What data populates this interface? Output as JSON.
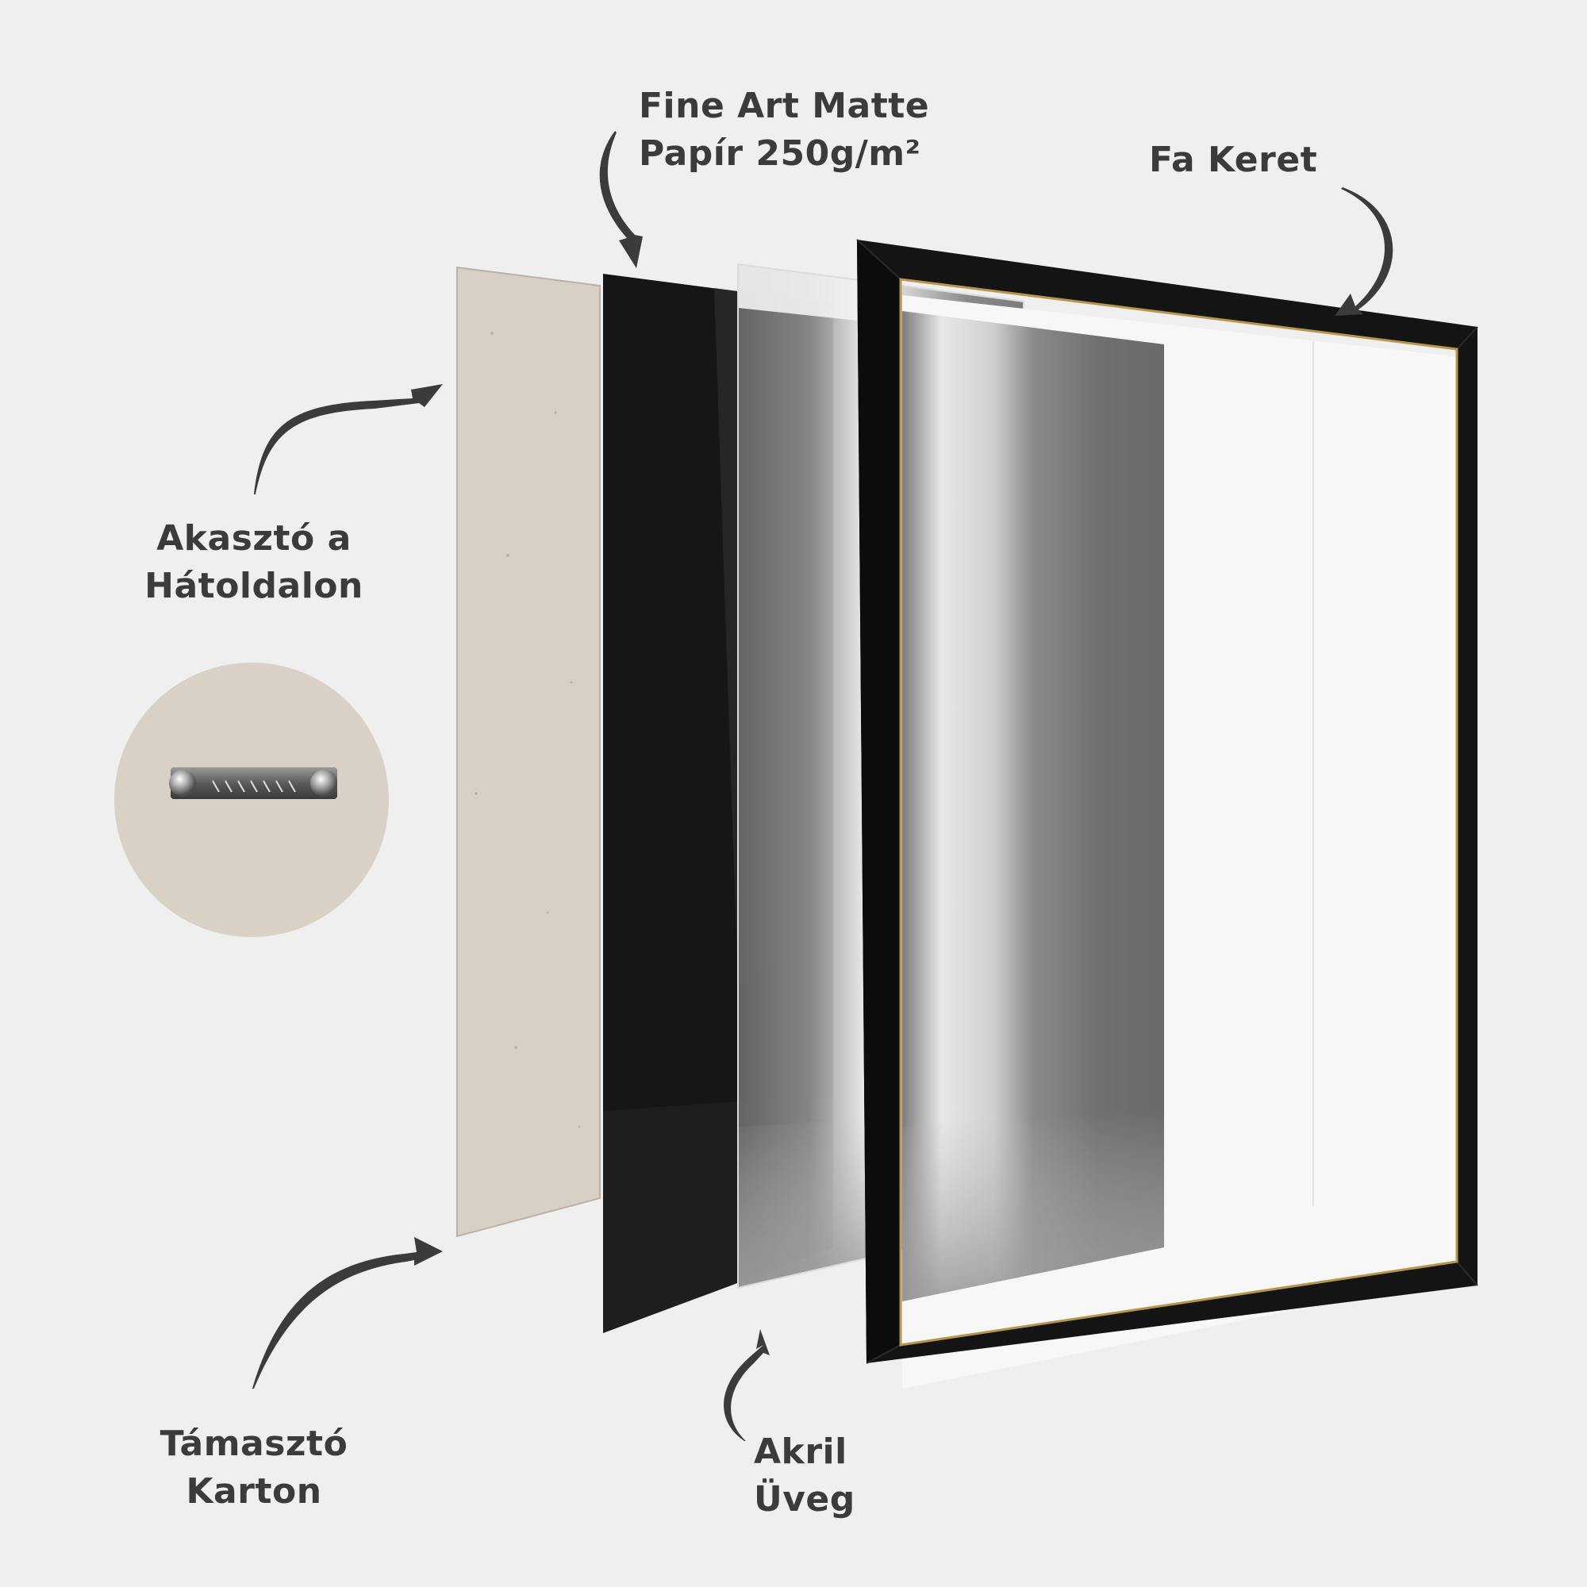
{
  "diagram": {
    "title": "Framed print exploded view",
    "background_color": "#efefef",
    "text_color": "#3b3b3c",
    "layers": [
      {
        "id": "backing",
        "name": "Támasztó Karton",
        "color": "#d8d0c4"
      },
      {
        "id": "paper",
        "name": "Fine Art Matte Papír 250g/m²",
        "color": "#1a1a1a"
      },
      {
        "id": "acrylic",
        "name": "Akril Üveg",
        "color": "#f4f4f4"
      },
      {
        "id": "frame",
        "name": "Fa Keret",
        "color": "#141414",
        "inner_edge_color": "#b8954f"
      }
    ],
    "hanger_detail": {
      "icon": "sawtooth-hanger-icon",
      "circle_color": "#d9d1c5"
    }
  },
  "labels": {
    "paper": {
      "line1": "Fine Art Matte",
      "line2": "Papír 250g/m²"
    },
    "frame": {
      "line1": "Fa Keret"
    },
    "hanger": {
      "line1": "Akasztó a",
      "line2": "Hátoldalon"
    },
    "backing": {
      "line1": "Támasztó",
      "line2": "Karton"
    },
    "acrylic": {
      "line1": "Akril",
      "line2": "Üveg"
    }
  }
}
